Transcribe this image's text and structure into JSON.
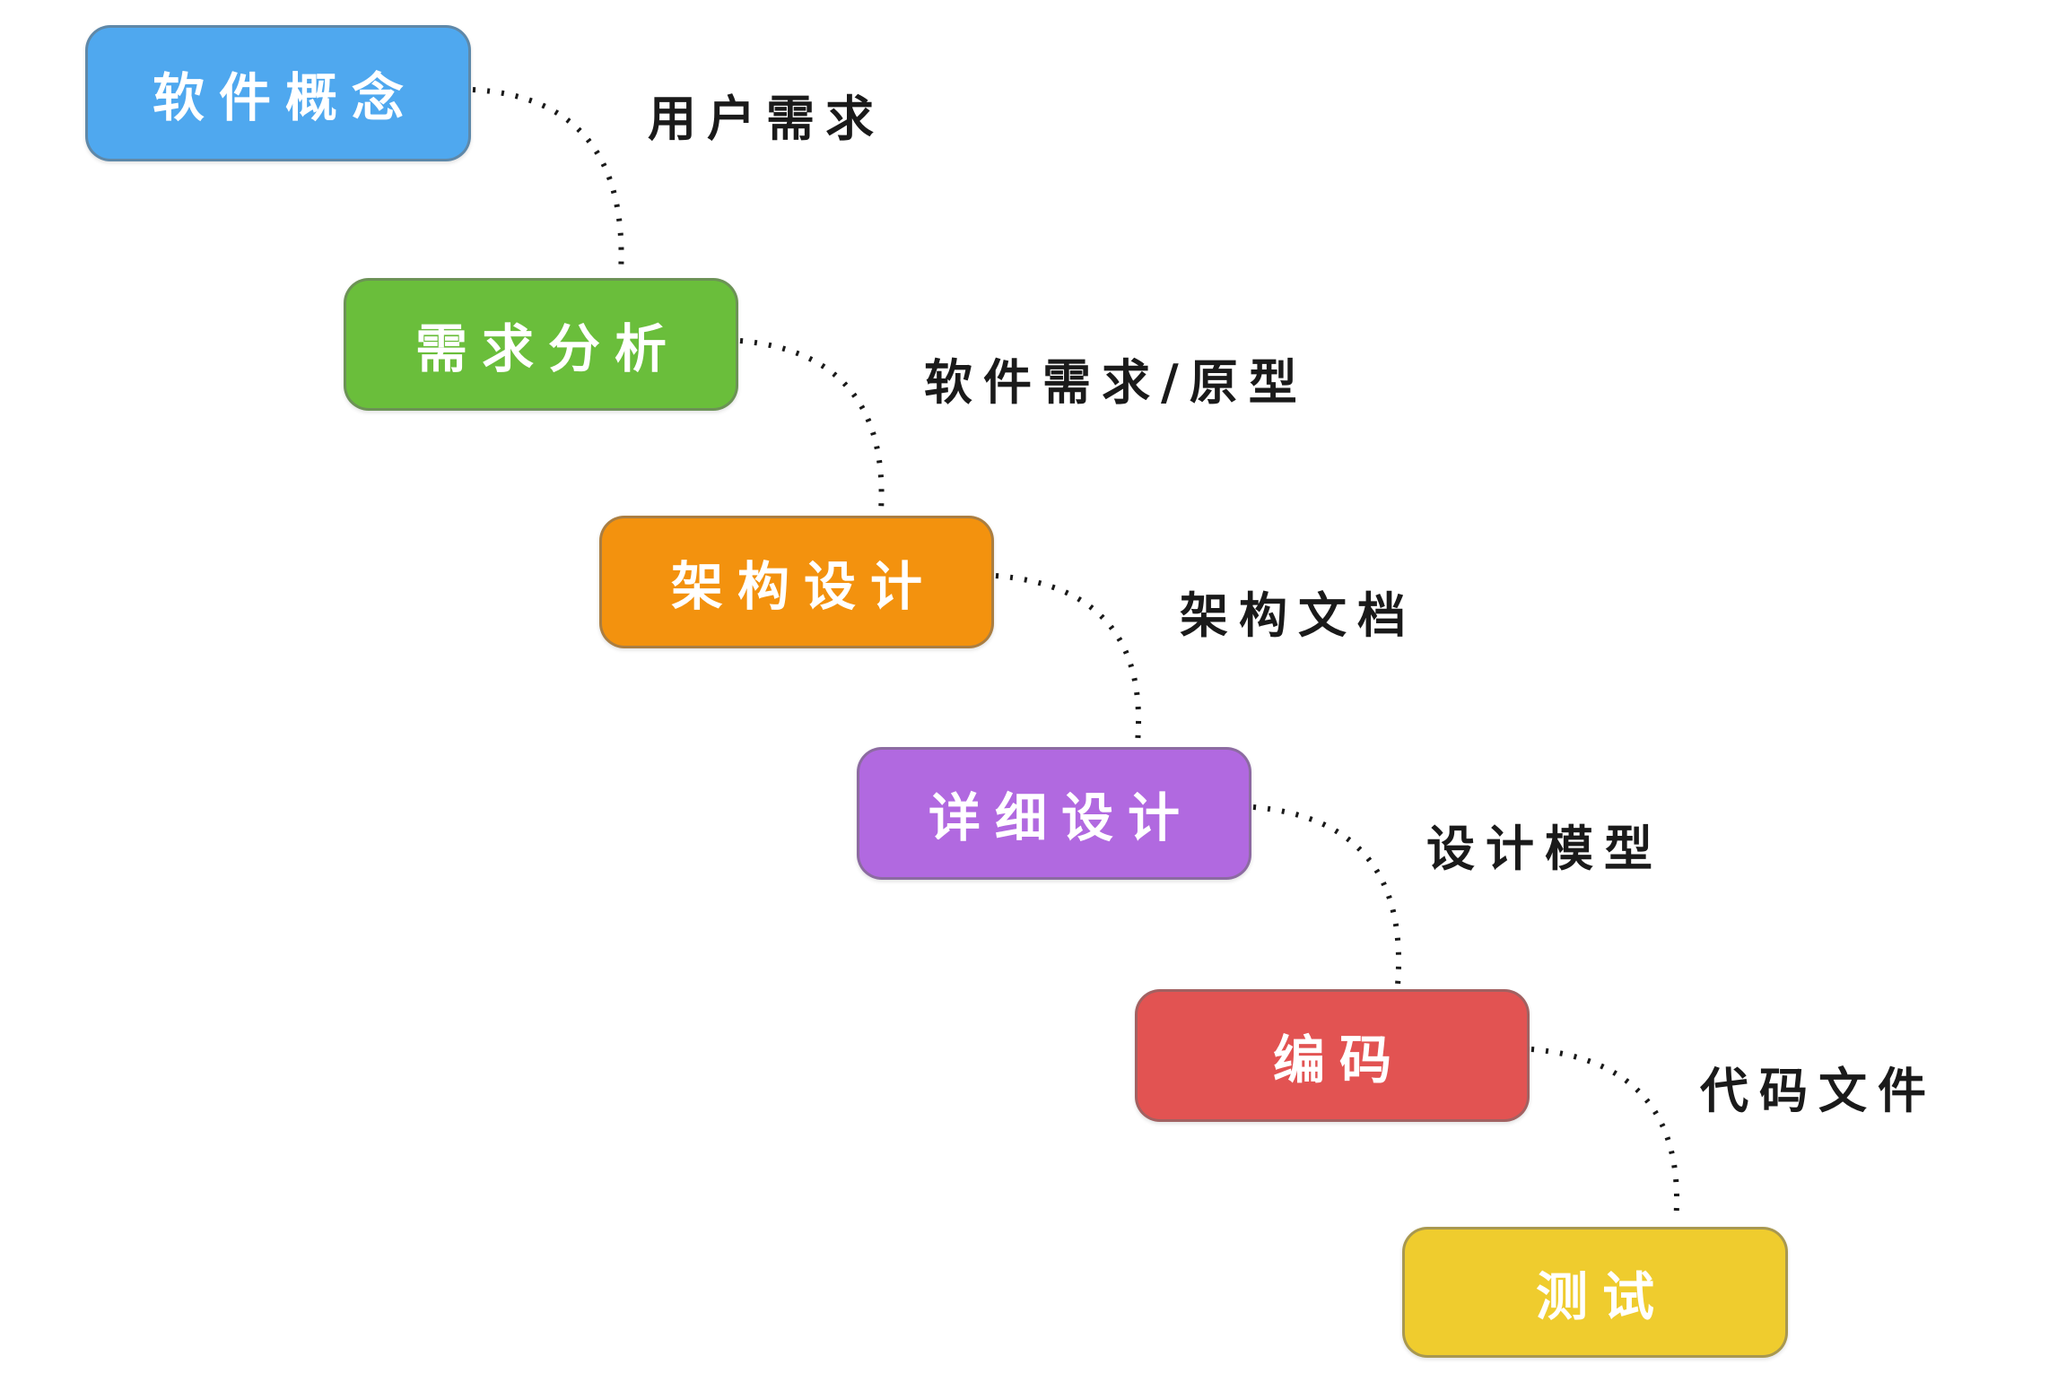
{
  "diagram": {
    "type": "flow",
    "nodes": [
      {
        "id": "software-concept",
        "label": "软件概念",
        "color": "#4FA8EF"
      },
      {
        "id": "requirements-analysis",
        "label": "需求分析",
        "color": "#6ABE3B"
      },
      {
        "id": "architecture-design",
        "label": "架构设计",
        "color": "#F3920E"
      },
      {
        "id": "detailed-design",
        "label": "详细设计",
        "color": "#B169E0"
      },
      {
        "id": "coding",
        "label": "编码",
        "color": "#E25352"
      },
      {
        "id": "testing",
        "label": "测试",
        "color": "#EFCC2E"
      }
    ],
    "edges": [
      {
        "from": "software-concept",
        "to": "requirements-analysis",
        "label": "用户需求"
      },
      {
        "from": "requirements-analysis",
        "to": "architecture-design",
        "label": "软件需求/原型"
      },
      {
        "from": "architecture-design",
        "to": "detailed-design",
        "label": "架构文档"
      },
      {
        "from": "detailed-design",
        "to": "coding",
        "label": "设计模型"
      },
      {
        "from": "coding",
        "to": "testing",
        "label": "代码文件"
      }
    ],
    "line_color": "#1a1a1a",
    "node_text_color": "#ffffff",
    "edge_label_color": "#1a1a1a"
  }
}
